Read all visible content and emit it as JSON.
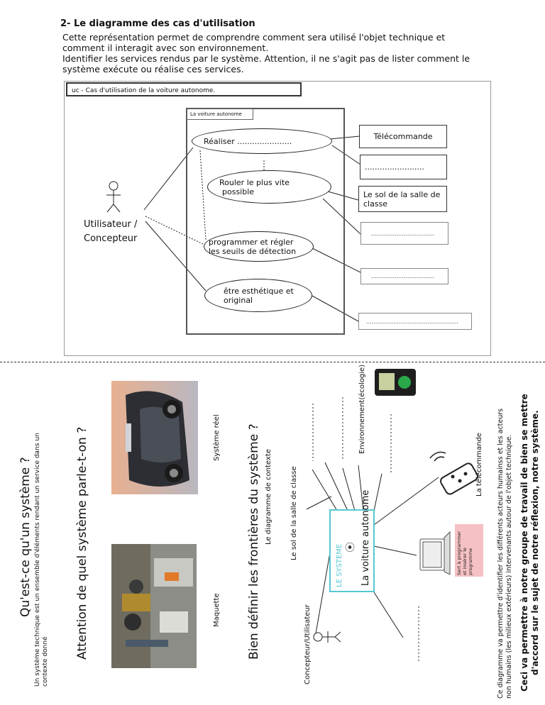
{
  "section": {
    "title": "2- Le diagramme des cas d'utilisation",
    "intro_line1": "Cette représentation permet de comprendre comment sera utilisé l'objet technique et",
    "intro_line2": "comment il interagit avec son environnement.",
    "intro_line3": "Identifier les services rendus par le système. Attention, il ne s'agit pas de lister comment le",
    "intro_line4": "système exécute ou réalise ces services."
  },
  "diagram": {
    "uc_label": "uc - Cas d'utilisation de la voiture autonome.",
    "system_label": "La voiture autonome",
    "actor_line1": "Utilisateur /",
    "actor_line2": "Concepteur",
    "use_cases": {
      "uc1": "Réaliser ......................",
      "uc2_line1": "Rouler le plus vite",
      "uc2_line2": "possible",
      "uc3_line1": "programmer et régler",
      "uc3_line2": "les seuils de détection",
      "uc4_line1": "être esthétique et",
      "uc4_line2": "original"
    },
    "boxes": {
      "b1": "Télécommande",
      "b2": "........................",
      "b3_line1": "Le sol de la salle de",
      "b3_line2": "classe",
      "b4": "...................................",
      "b5": "...................................",
      "b6": "..................................................."
    }
  },
  "lower": {
    "q1": "Qu'est-ce qu'un système ?",
    "def_line1": "Un système technique est un ensemble d'éléments rendant un service dans un",
    "def_line2": "contexte donné",
    "q2": "Attention de quel système parle-t-on ?",
    "photo1_caption": "Maquette",
    "photo2_caption": "Système réel",
    "q3": "Bien définir les frontières du système ?",
    "q3_sub": "Le diagramme de contexte",
    "ctx_system_tag": "LE SYSTEME",
    "ctx_system_name": "La voiture autonome",
    "ctx_actor": "Concepteur/Utilisateur",
    "ctx_floor": "Le sol de la salle de classe",
    "ctx_env": "Environnement(écologie)",
    "ctx_remote": "La télécommande",
    "ctx_prog_note": "Sert à programmer et insérer le programme",
    "ctx_dots": "...................",
    "bottom_line1": "Ce diagramme va permettre d'identifier les différents acteurs humainss et les acteurs",
    "bottom_line2": "non humains (les milieux extérieurs) intervenants autour de l'objet technique.",
    "bold_line1": "Ceci va permettre à notre groupe de travail de bien se mettre",
    "bold_line2": "d'accord sur le sujet de notre réflexion, notre système."
  }
}
